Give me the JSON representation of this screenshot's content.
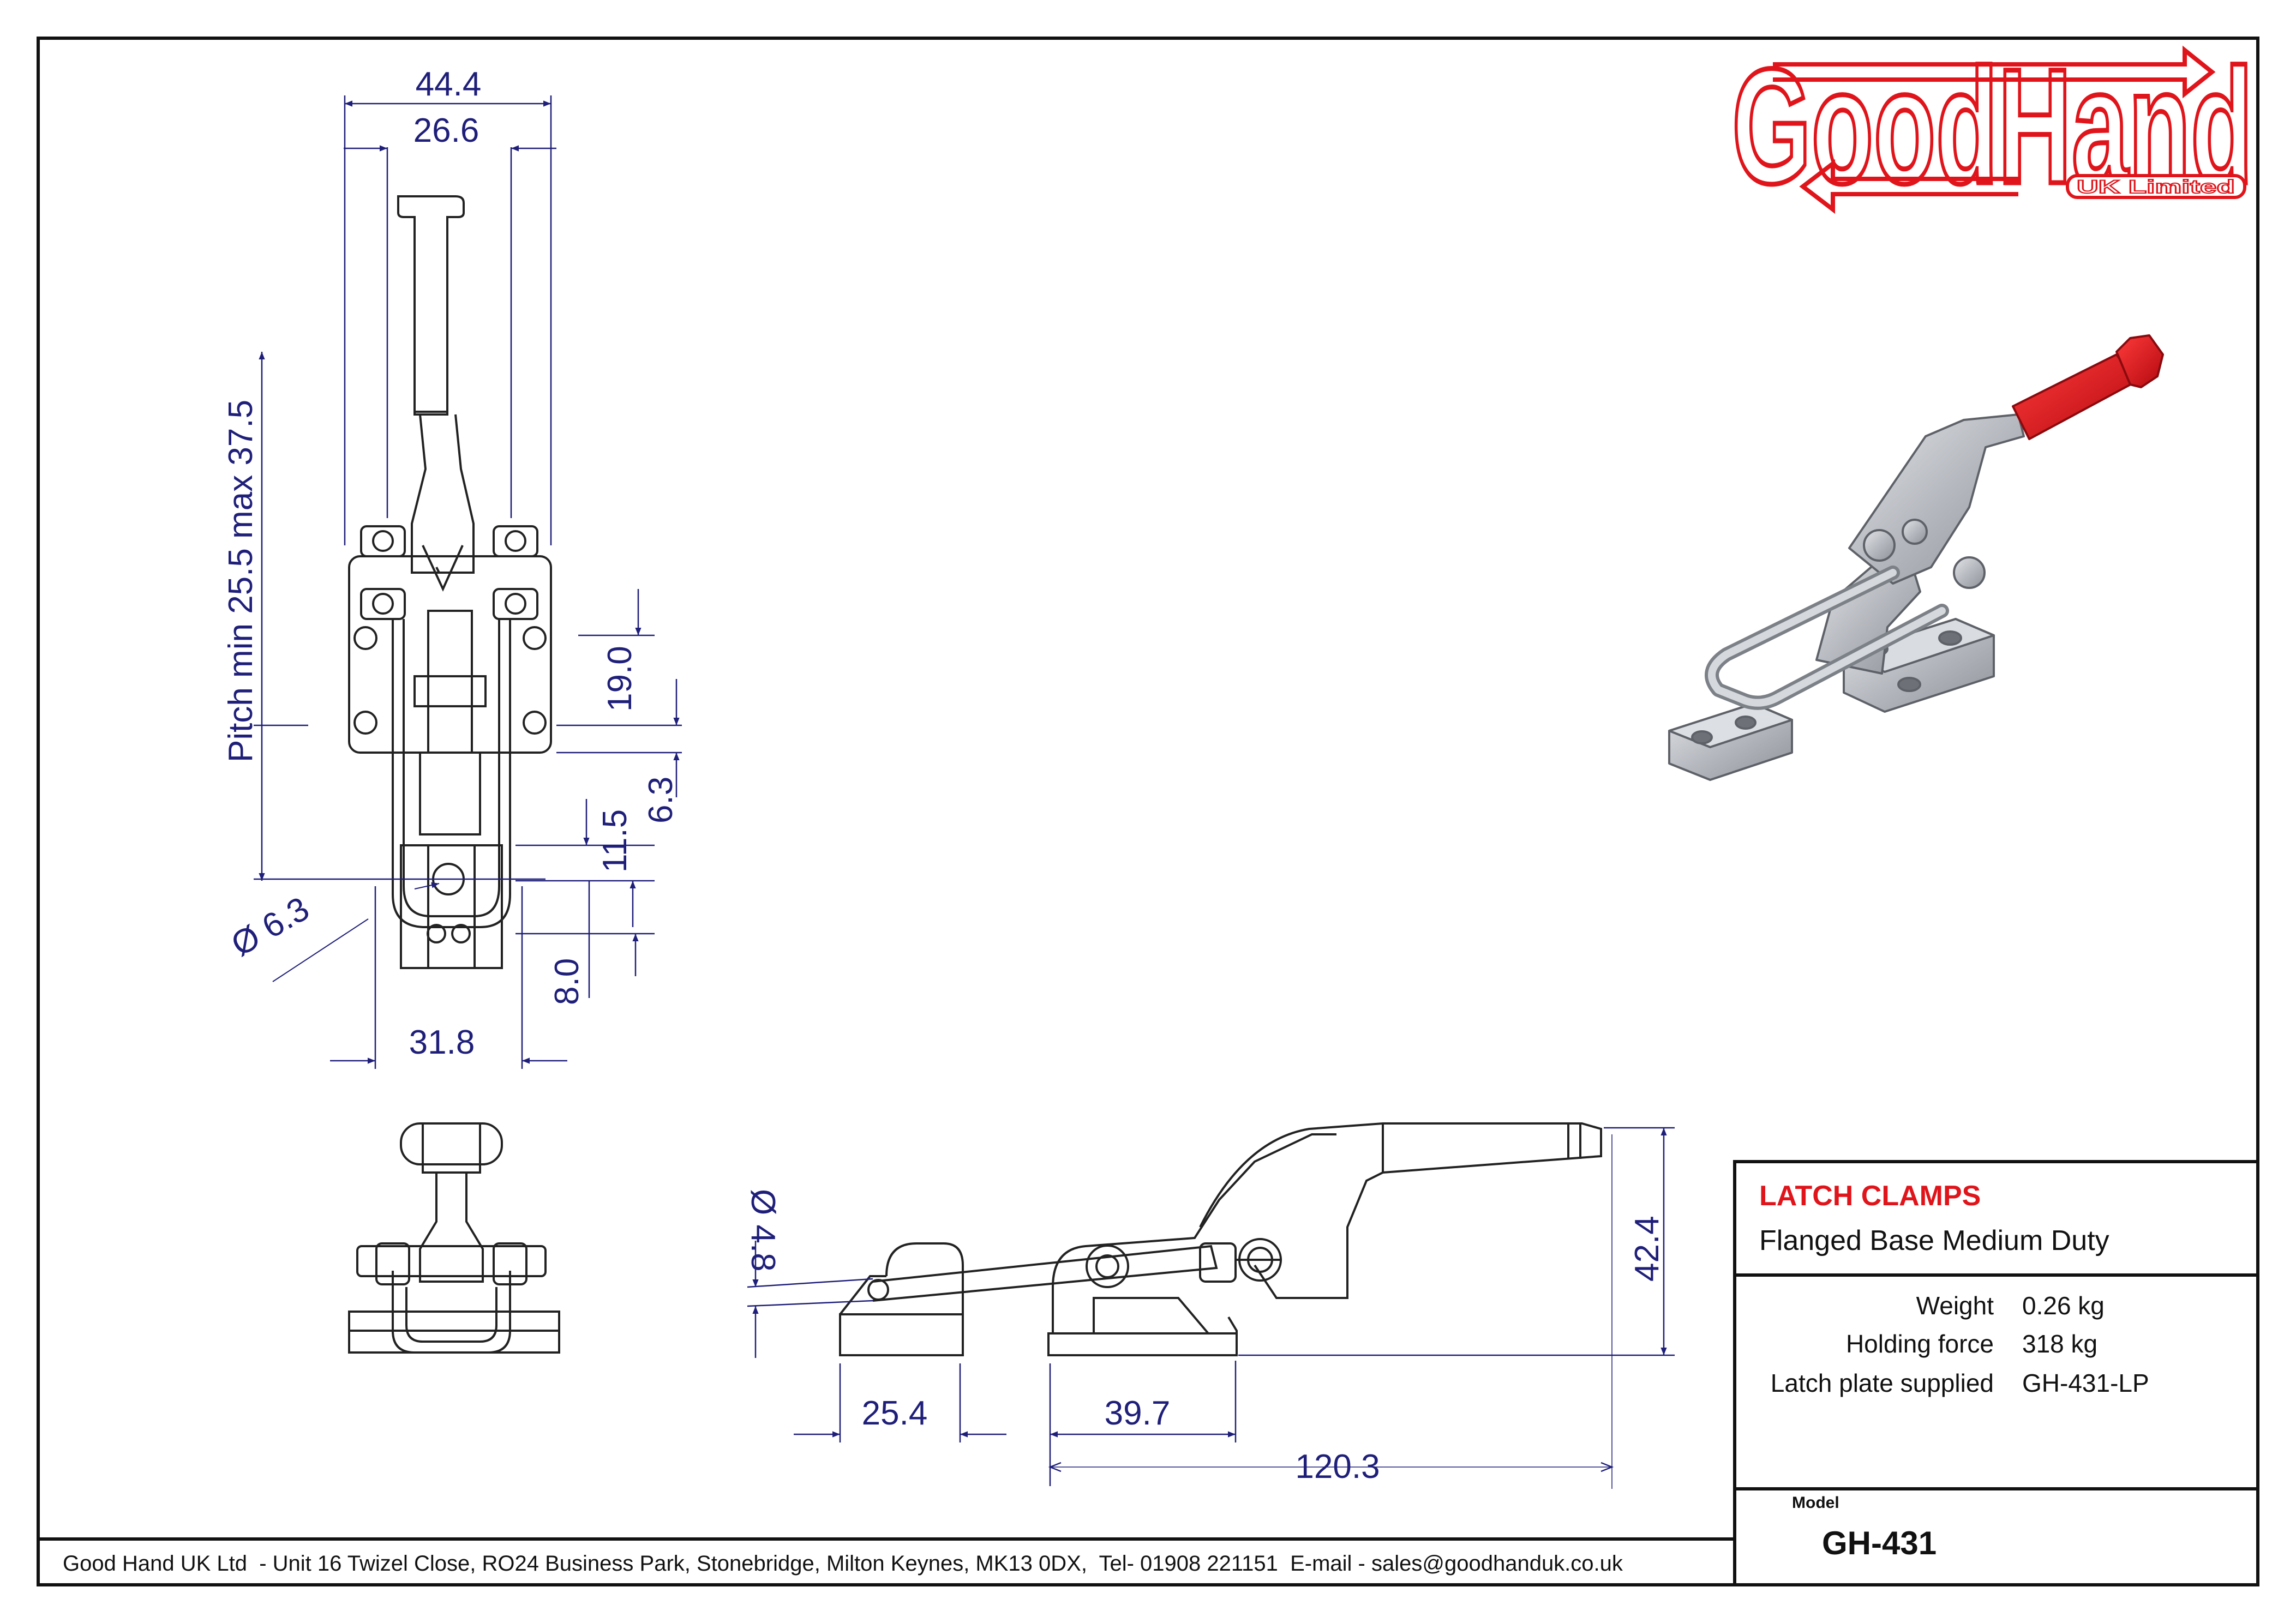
{
  "logo": {
    "brand": "GoodHand",
    "sub": "UK Limited",
    "color": "#e0151b"
  },
  "product": {
    "category": "LATCH CLAMPS",
    "category_color": "#e0151b",
    "description": "Flanged Base Medium Duty"
  },
  "specs": [
    {
      "label": "Weight",
      "value": "0.26 kg"
    },
    {
      "label": "Holding force",
      "value": "318 kg"
    },
    {
      "label": "Latch plate supplied",
      "value": "GH-431-LP"
    }
  ],
  "model": {
    "label": "Model",
    "value": "GH-431"
  },
  "footer": "Good Hand UK Ltd  - Unit 16 Twizel Close, RO24 Business Park, Stonebridge, Milton Keynes, MK13 0DX,  Tel- 01908 221151  E-mail - sales@goodhanduk.co.uk",
  "dims": {
    "w_overall": "44.4",
    "w_inner": "26.6",
    "pitch": "Pitch min 25.5 max 37.5",
    "d19": "19.0",
    "d63": "6.3",
    "d115": "11.5",
    "dia63": "Ø 6.3",
    "d8": "8.0",
    "d318": "31.8",
    "dia48": "Ø 4.8",
    "h424": "42.4",
    "d254": "25.4",
    "d397": "39.7",
    "d1203": "120.3"
  },
  "colors": {
    "dimension": "#1f1f7a",
    "line": "#222222",
    "handle": "#d8131a",
    "metal": "#b9bcc2"
  }
}
